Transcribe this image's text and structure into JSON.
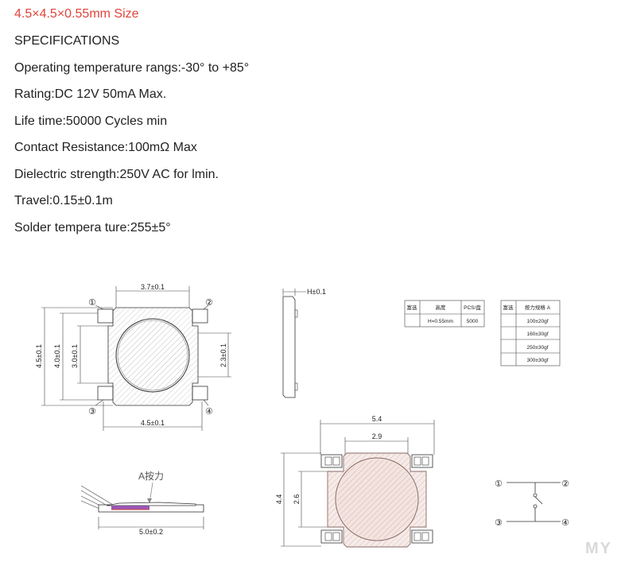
{
  "specs": {
    "size": "4.5×4.5×0.55mm Size",
    "heading": "SPECIFICATIONS",
    "operating_temp": "Operating temperature rangs:-30° to +85°",
    "rating": "Rating:DC 12V 50mA Max.",
    "life": "Life time:50000 Cycles min",
    "contact_resistance": "Contact Resistance:100mΩ Max",
    "dielectric": "Dielectric strength:250V AC for lmin.",
    "travel": "Travel:0.15±0.1m",
    "solder": "Solder tempera ture:255±5°"
  },
  "top_view": {
    "dim_top": "3.7±0.1",
    "dim_bottom": "4.5±0.1",
    "dim_outer_left": "4.5±0.1",
    "dim_mid_left": "4.0±0.1",
    "dim_inner_left": "3.0±0.1",
    "dim_right": "2.3±0.1",
    "pin1": "①",
    "pin2": "②",
    "pin3": "③",
    "pin4": "④"
  },
  "side_view": {
    "height": "H±0.1"
  },
  "table1": {
    "headers": [
      "富选",
      "高度",
      "PCS/盘"
    ],
    "row": [
      "",
      "H=0.55mm",
      "5000"
    ]
  },
  "table2": {
    "headers": [
      "富选",
      "按力规格 A"
    ],
    "rows": [
      "100±20gf",
      "160±30gf",
      "250±30gf",
      "300±30gf"
    ]
  },
  "profile_view": {
    "force_label": "A按力",
    "dim_bottom": "5.0±0.2"
  },
  "footprint": {
    "dim_outer": "5.4",
    "dim_inner": "2.9",
    "dim_left_outer": "4.4",
    "dim_left_inner": "2.6"
  },
  "schematic": {
    "pin1": "①",
    "pin2": "②",
    "pin3": "③",
    "pin4": "④"
  },
  "watermark": "MY"
}
